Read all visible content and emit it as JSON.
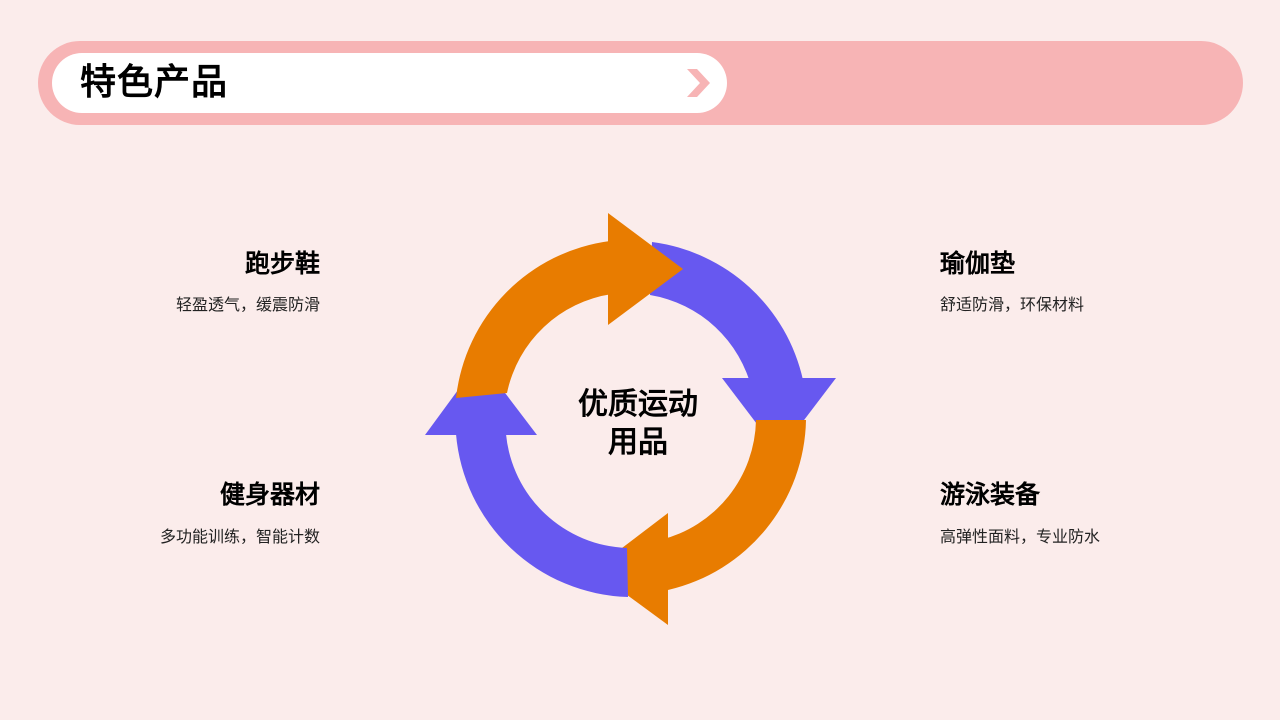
{
  "header": {
    "title": "特色产品",
    "chevron_icon": "chevron-right-icon"
  },
  "cycle": {
    "center_line1": "优质运动",
    "center_line2": "用品",
    "colors": {
      "orange": "#e87c00",
      "purple": "#6758f0"
    }
  },
  "items": [
    {
      "title": "跑步鞋",
      "desc": "轻盈透气，缓震防滑"
    },
    {
      "title": "瑜伽垫",
      "desc": "舒适防滑，环保材料"
    },
    {
      "title": "健身器材",
      "desc": "多功能训练，智能计数"
    },
    {
      "title": "游泳装备",
      "desc": "高弹性面料，专业防水"
    }
  ],
  "colors": {
    "background": "#fbeceb",
    "header_bar": "#f7b4b5"
  }
}
